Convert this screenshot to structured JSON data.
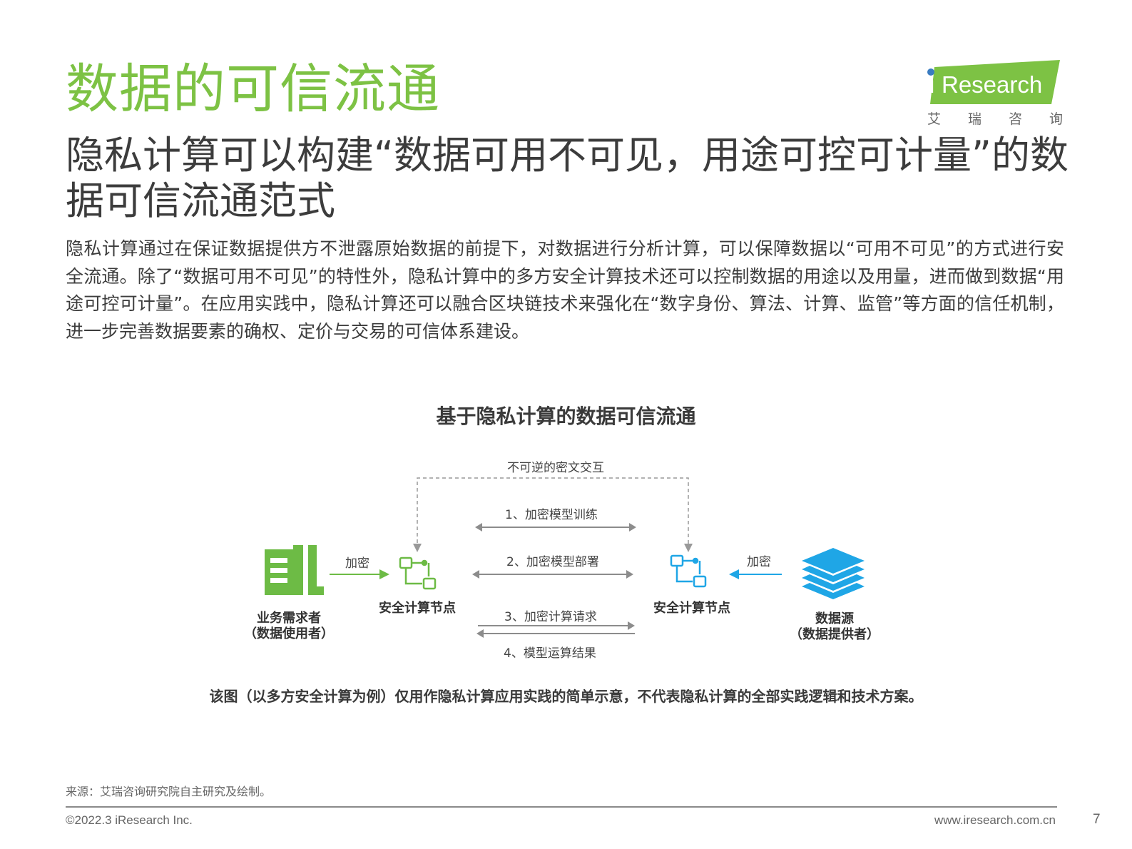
{
  "header": {
    "title": "数据的可信流通",
    "subtitle": "隐私计算可以构建“数据可用不可见，用途可控可计量”的数据可信流通范式"
  },
  "logo": {
    "brand": "iResearch",
    "cn_chars": [
      "艾",
      "瑞",
      "咨",
      "询"
    ],
    "color": "#7dc244",
    "dot_color": "#3a7cc1"
  },
  "body": {
    "paragraph": "隐私计算通过在保证数据提供方不泄露原始数据的前提下，对数据进行分析计算，可以保障数据以“可用不可见”的方式进行安全流通。除了“数据可用不可见”的特性外，隐私计算中的多方安全计算技术还可以控制数据的用途以及用量，进而做到数据“用途可控可计量”。在应用实践中，隐私计算还可以融合区块链技术来强化在“数字身份、算法、计算、监管”等方面的信任机制，进一步完善数据要素的确权、定价与交易的可信体系建设。"
  },
  "diagram": {
    "title": "基于隐私计算的数据可信流通",
    "top_label": "不可逆的密文交互",
    "step1": "1、加密模型训练",
    "step2": "2、加密模型部署",
    "step3": "3、加密计算请求",
    "step4": "4、模型运算结果",
    "left_encrypt": "加密",
    "right_encrypt": "加密",
    "left_node": "安全计算节点",
    "right_node": "安全计算节点",
    "demander_line1": "业务需求者",
    "demander_line2": "（数据使用者）",
    "source_line1": "数据源",
    "source_line2": "（数据提供者）",
    "colors": {
      "green": "#6dbb45",
      "blue": "#1fa6e6",
      "gray": "#888888"
    },
    "note": "该图（以多方安全计算为例）仅用作隐私计算应用实践的简单示意，不代表隐私计算的全部实践逻辑和技术方案。"
  },
  "footer": {
    "source": "来源：艾瑞咨询研究院自主研究及绘制。",
    "copyright": "©2022.3 iResearch Inc.",
    "website": "www.iresearch.com.cn",
    "page": "7"
  }
}
